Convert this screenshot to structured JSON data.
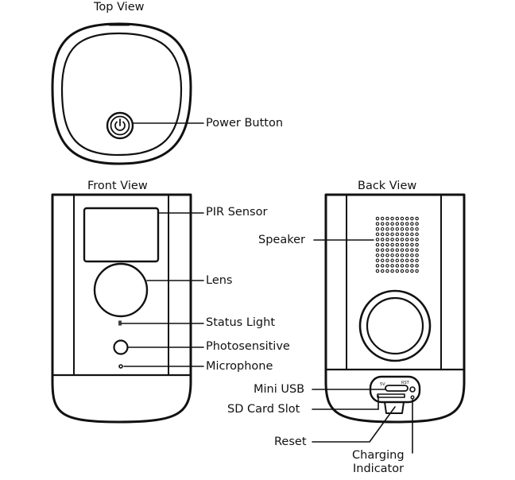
{
  "views": {
    "top": "Top View",
    "front": "Front View",
    "back": "Back View"
  },
  "labels": {
    "power_button": "Power Button",
    "pir_sensor": "PIR Sensor",
    "lens": "Lens",
    "status_light": "Status Light",
    "photosensitive": "Photosensitive",
    "microphone": "Microphone",
    "speaker": "Speaker",
    "mini_usb": "Mini USB",
    "sd_card_slot": "SD Card Slot",
    "reset": "Reset",
    "charging_indicator_line1": "Charging",
    "charging_indicator_line2": "Indicator"
  },
  "port_marks": {
    "voltage": "5V",
    "reset": "RST"
  },
  "colors": {
    "line": "#111111",
    "background": "#ffffff"
  },
  "icons": {
    "power": "power-icon"
  }
}
